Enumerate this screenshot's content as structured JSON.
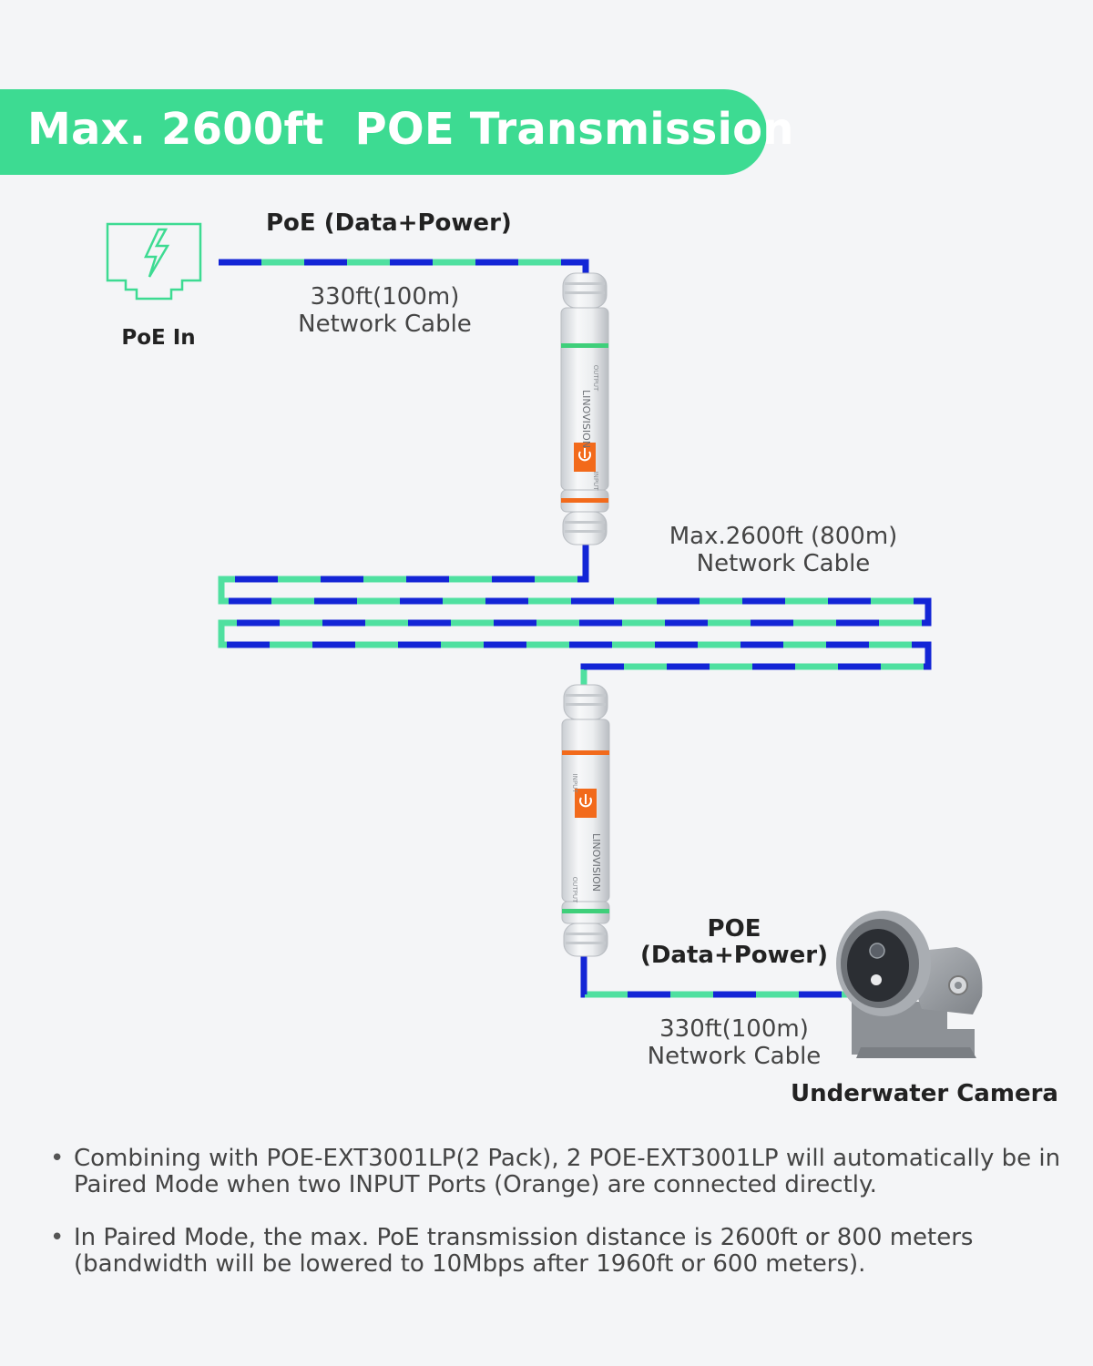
{
  "header": {
    "title": "Max. 2600ft  POE Transmission"
  },
  "source": {
    "label": "PoE In",
    "link_label": "PoE (Data+Power)",
    "cable_length": "330ft(100m)",
    "cable_type": "Network Cable",
    "icon": "ethernet-power-port-icon"
  },
  "extender_top": {
    "brand": "LINOVISION",
    "input_label": "INPUT",
    "output_label": "OUTPUT",
    "icon": "power-symbol-icon"
  },
  "long_run": {
    "cable_length": "Max.2600ft (800m)",
    "cable_type": "Network Cable"
  },
  "extender_bottom": {
    "brand": "LINOVISION",
    "input_label": "INPUT",
    "output_label": "OUTPUT",
    "icon": "power-symbol-icon"
  },
  "destination": {
    "link_label_1": "POE",
    "link_label_2": "(Data+Power)",
    "cable_length": "330ft(100m)",
    "cable_type": "Network Cable",
    "device_label": "Underwater Camera",
    "icon": "underwater-camera-icon"
  },
  "notes": [
    "Combining with POE-EXT3001LP(2 Pack), 2 POE-EXT3001LP will automatically be in Paired Mode when two INPUT Ports (Orange) are connected directly.",
    "In Paired Mode, the max. PoE transmission distance is 2600ft or 800 meters (bandwidth will be lowered to 10Mbps after 1960ft or 600 meters)."
  ],
  "colors": {
    "accent": "#3ddb92",
    "cable_blue": "#1325d6",
    "cable_green": "#4fe0a0",
    "port_orange": "#f26a1b",
    "port_green": "#3fcf7a"
  }
}
